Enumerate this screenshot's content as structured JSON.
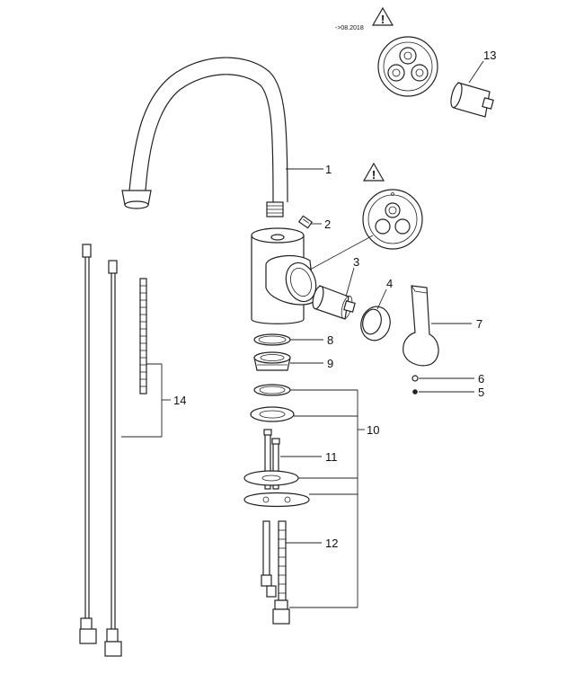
{
  "parts": [
    {
      "id": "p1",
      "label": "1"
    },
    {
      "id": "p2",
      "label": "2"
    },
    {
      "id": "p3",
      "label": "3"
    },
    {
      "id": "p4",
      "label": "4"
    },
    {
      "id": "p5",
      "label": "5"
    },
    {
      "id": "p6",
      "label": "6"
    },
    {
      "id": "p7",
      "label": "7"
    },
    {
      "id": "p8",
      "label": "8"
    },
    {
      "id": "p9",
      "label": "9"
    },
    {
      "id": "p10",
      "label": "10"
    },
    {
      "id": "p11",
      "label": "11"
    },
    {
      "id": "p12",
      "label": "12"
    },
    {
      "id": "p13",
      "label": "13"
    },
    {
      "id": "p14",
      "label": "14"
    }
  ],
  "notes": {
    "version": "->08.2018",
    "warning_symbol": "!"
  }
}
